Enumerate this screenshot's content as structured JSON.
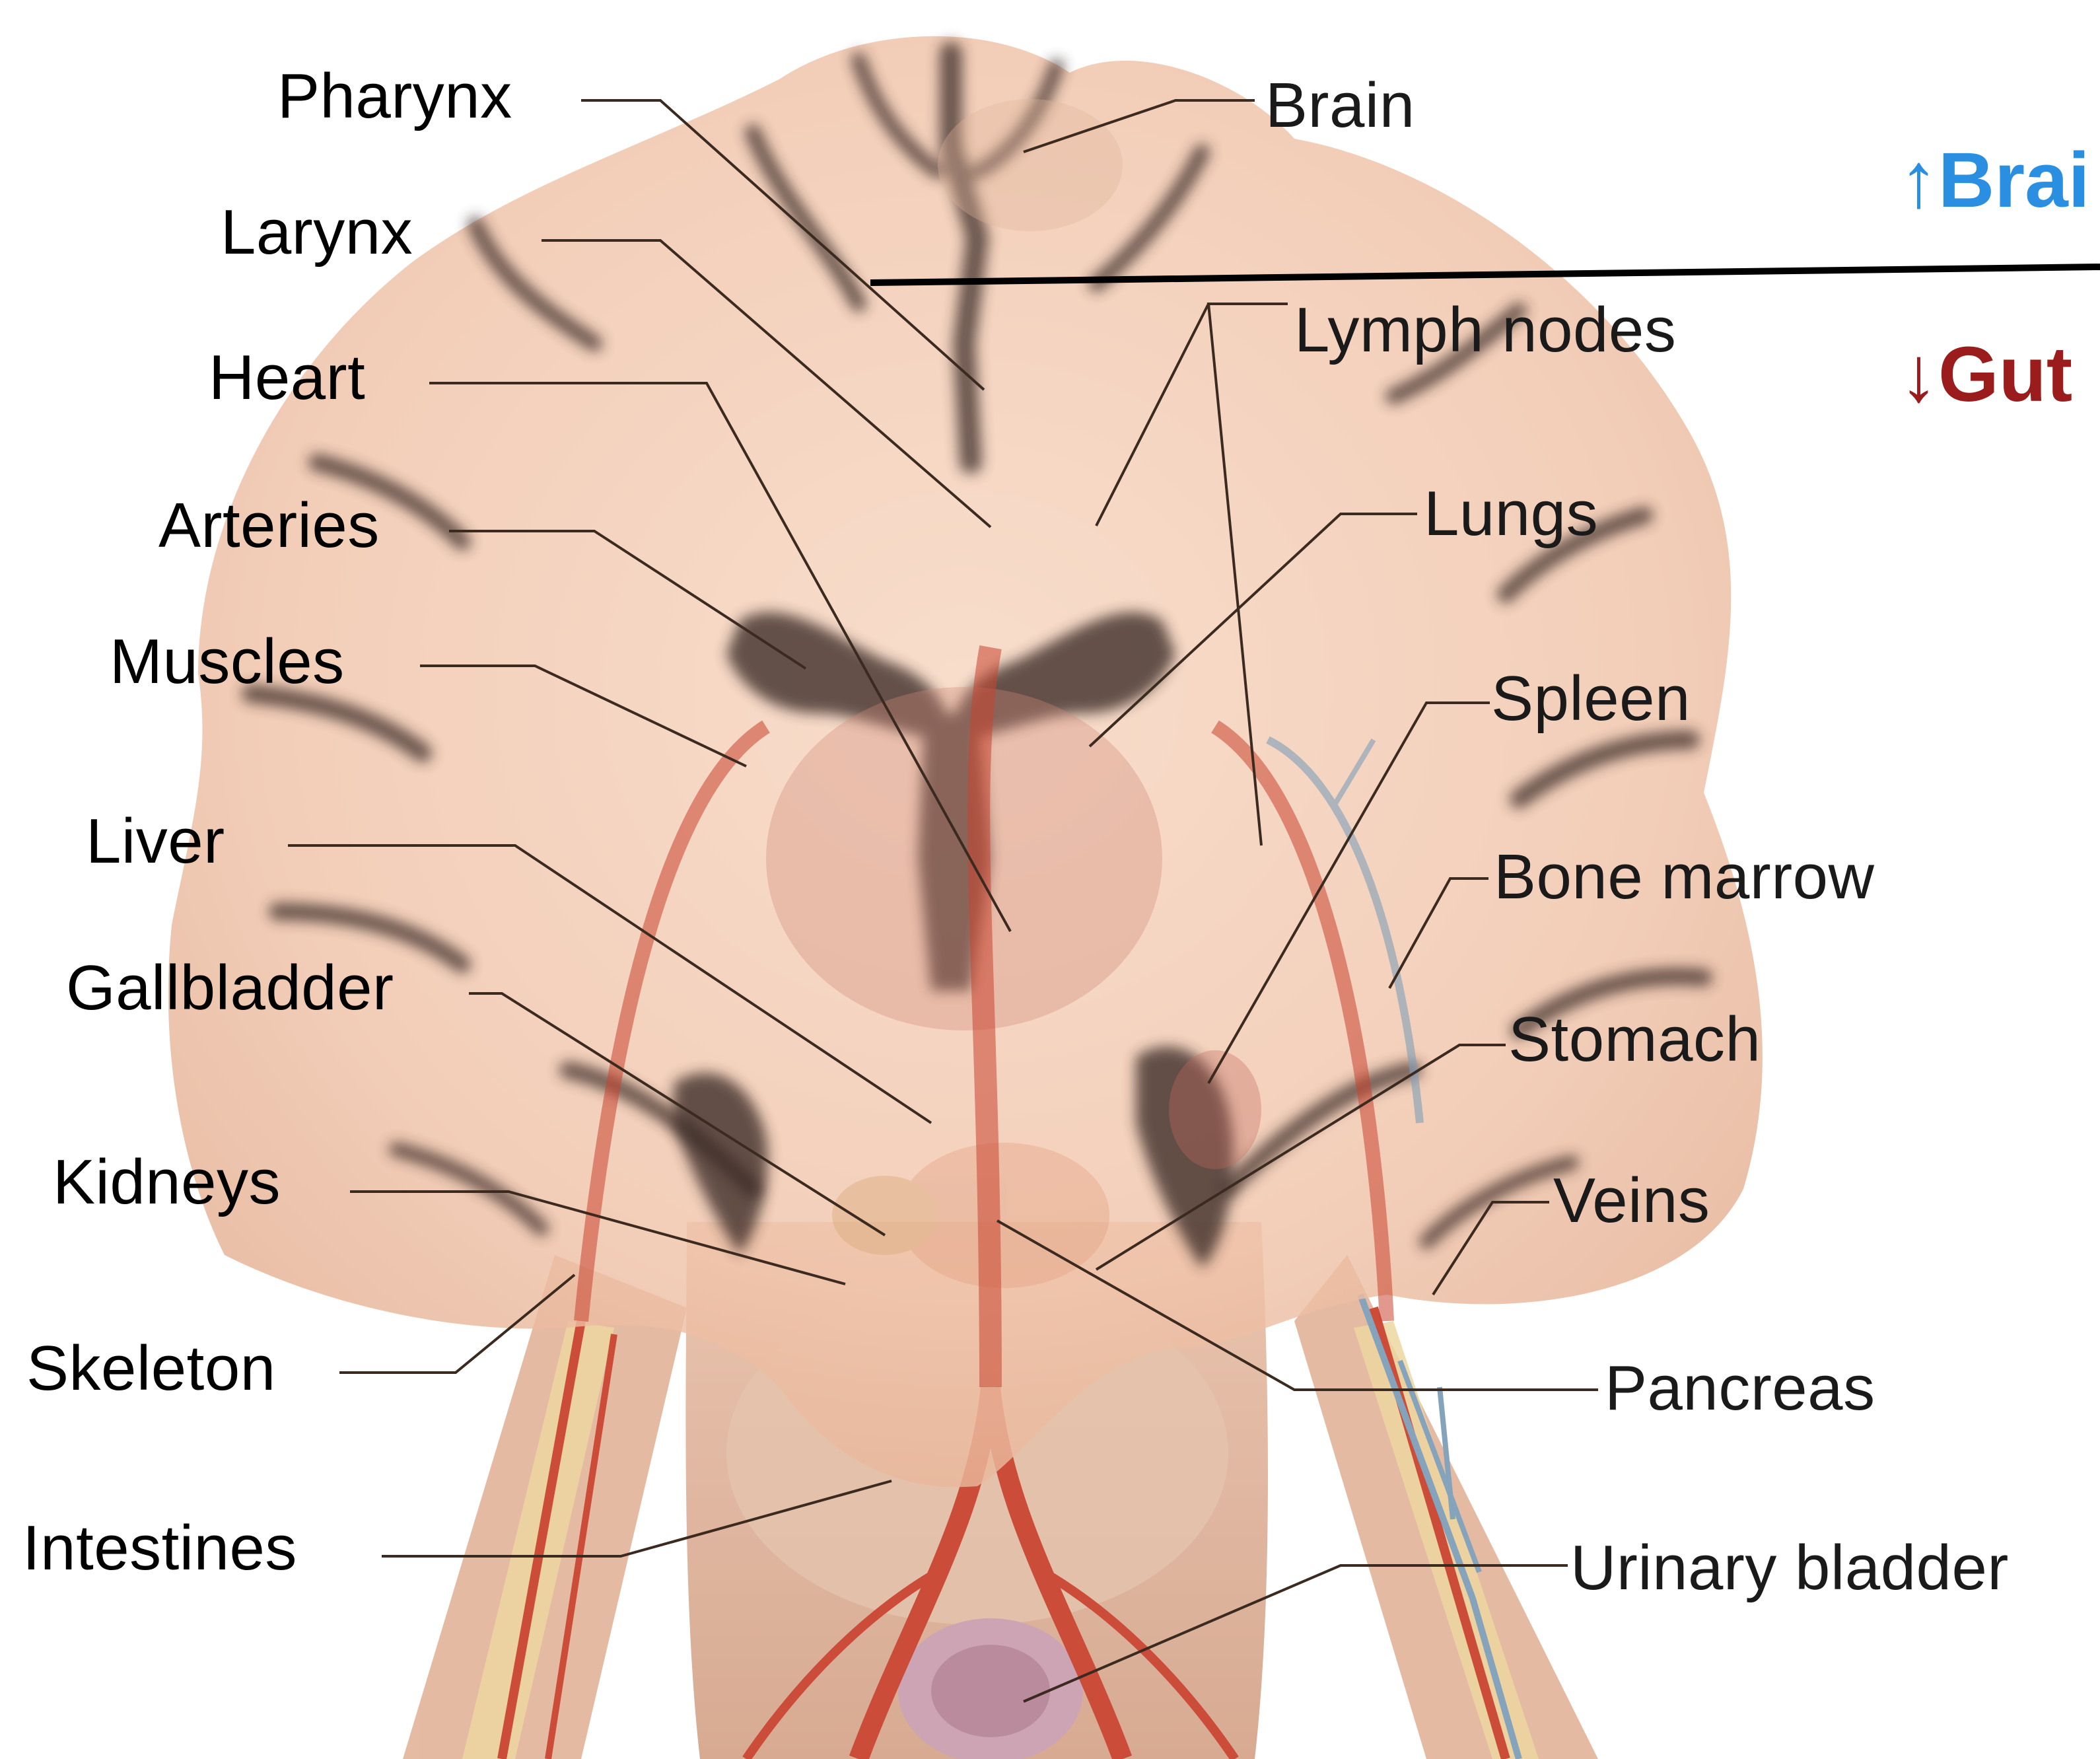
{
  "labels_left": {
    "pharynx": "Pharynx",
    "larynx": "Larynx",
    "heart": "Heart",
    "arteries": "Arteries",
    "muscles": "Muscles",
    "liver": "Liver",
    "gallbladder": "Gallbladder",
    "kidneys": "Kidneys",
    "skeleton": "Skeleton",
    "intestines": "Intestines"
  },
  "labels_right": {
    "brain": "Brain",
    "lymph_nodes": "Lymph nodes",
    "lungs": "Lungs",
    "spleen": "Spleen",
    "bone_marrow": "Bone marrow",
    "stomach": "Stomach",
    "veins": "Veins",
    "pancreas": "Pancreas",
    "urinary_bladder": "Urinary bladder"
  },
  "axis": {
    "up_label": "↑Brai",
    "down_label": "↓Gut"
  },
  "colors": {
    "up_label": "#2a8fe0",
    "down_label": "#9b1c1c",
    "leader_line": "#3a2a20",
    "divider": "#000000",
    "brain_tissue": "#f2c9b0",
    "brain_sulci": "#3b2a26",
    "body_skin": "#d9a98e",
    "artery": "#c9432f",
    "vein": "#7f9fb8",
    "bone": "#e8d39a"
  }
}
